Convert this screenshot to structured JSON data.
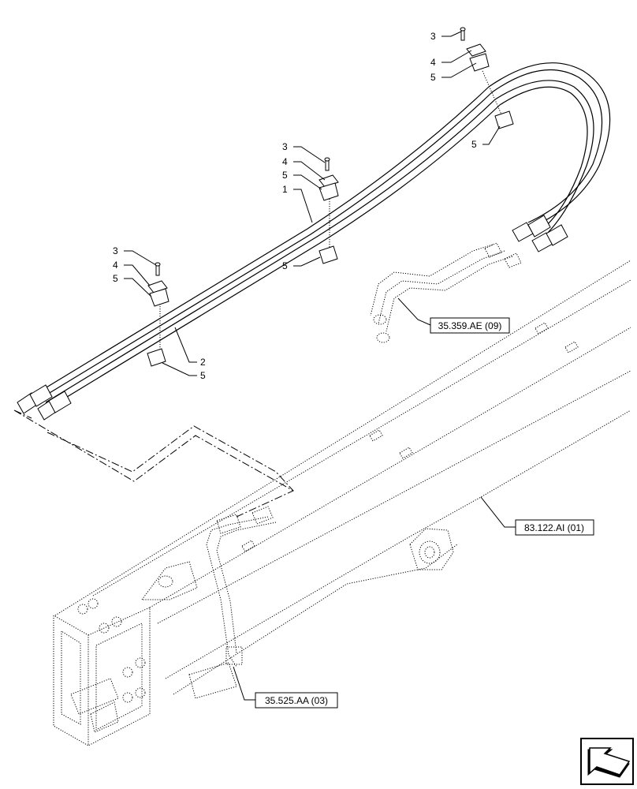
{
  "callouts": {
    "c1": "1",
    "c2": "2",
    "c3": "3",
    "c4": "4",
    "c5": "5"
  },
  "references": {
    "ref_upper": "35.359.AE (09)",
    "ref_boom": "83.122.AI (01)",
    "ref_lower": "35.525.AA (03)"
  },
  "nav_icon": "arrow-next-icon"
}
